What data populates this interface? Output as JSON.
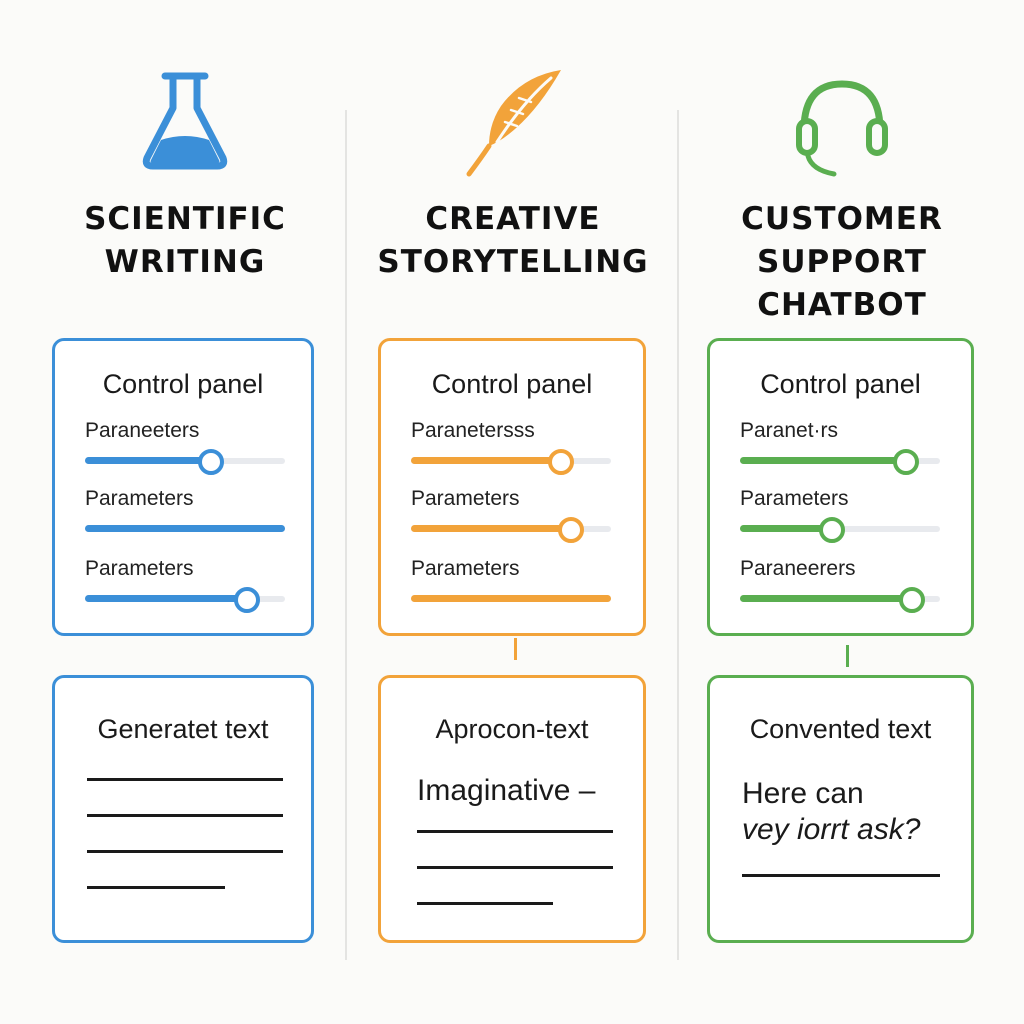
{
  "columns": [
    {
      "id": "scientific",
      "title_lines": [
        "SCIENTIFIC",
        "WRITING"
      ],
      "icon": "flask-icon",
      "accent": "#3b8fd8",
      "control_panel": {
        "title": "Control panel",
        "params": [
          {
            "label": "Paraneeters",
            "value": 0.62
          },
          {
            "label": "Parameters",
            "value": 1.0
          },
          {
            "label": "Parameters",
            "value": 0.8
          }
        ]
      },
      "output": {
        "title": "Generatet text",
        "text_lines": []
      }
    },
    {
      "id": "creative",
      "title_lines": [
        "CREATIVE",
        "STORYTELLING"
      ],
      "icon": "feather-quill-icon",
      "accent": "#f2a33a",
      "control_panel": {
        "title": "Control panel",
        "params": [
          {
            "label": "Paranetersss",
            "value": 0.74
          },
          {
            "label": "Parameters",
            "value": 0.79
          },
          {
            "label": "Parameters",
            "value": 1.0
          }
        ]
      },
      "output": {
        "title": "Aprocon-text",
        "text_lines": [
          "Imaginative –"
        ]
      }
    },
    {
      "id": "customer",
      "title_lines": [
        "CUSTOMER",
        "SUPPORT",
        "CHATBOT"
      ],
      "icon": "headset-icon",
      "accent": "#5aae50",
      "control_panel": {
        "title": "Control panel",
        "params": [
          {
            "label": "Paranet·rs",
            "value": 0.82
          },
          {
            "label": "Parameters",
            "value": 0.45
          },
          {
            "label": "Paraneerers",
            "value": 0.85
          }
        ]
      },
      "output": {
        "title": "Convented text",
        "text_lines": [
          "Here can",
          "vey iorrt ask?"
        ]
      }
    }
  ]
}
